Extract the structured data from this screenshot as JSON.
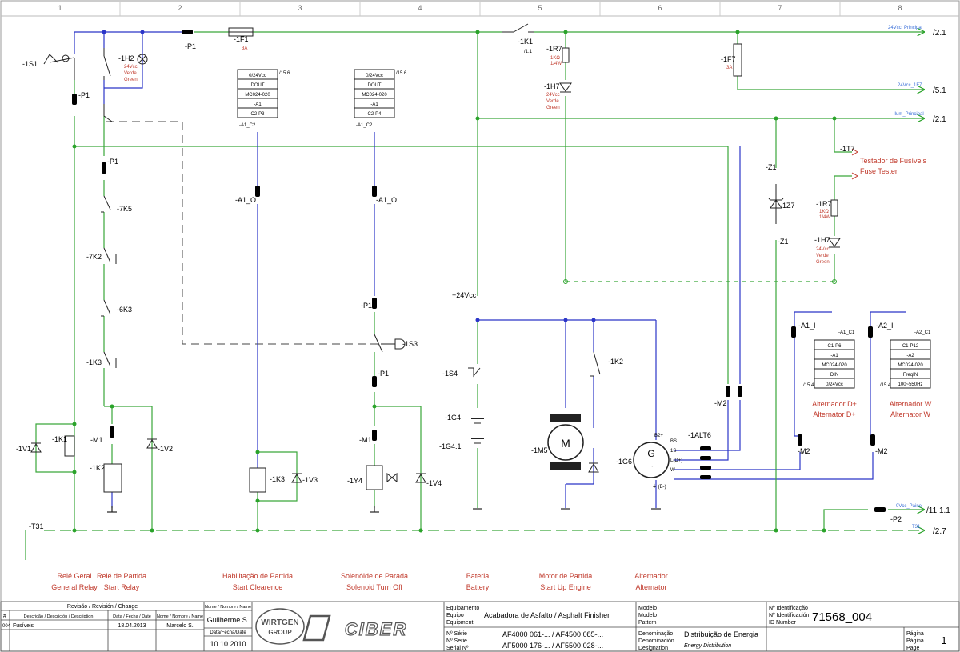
{
  "column_numbers": [
    "1",
    "2",
    "3",
    "4",
    "5",
    "6",
    "7",
    "8"
  ],
  "wire_tags": {
    "p24_principal": "24Vcc_Principal",
    "p24_principal_ref": "/2.1",
    "p24_1f7": "24Vcc_1F7",
    "p24_1f7_ref": "/5.1",
    "ilum_principal": "Ilum_Principal",
    "ilum_principal_ref": "/2.1",
    "zero_painel": "0Vcc_Painel",
    "zero_painel_ref": "/11.1.1",
    "t31": "T31",
    "t31_ref": "/2.7"
  },
  "components": {
    "s1": "-1S1",
    "h2": "-1H2",
    "h2_spec": [
      "24Vcc",
      "Verde",
      "Green"
    ],
    "p1": "-P1",
    "f1": "-1F1",
    "f1_rating": "3A",
    "k1_contact": "-1K1",
    "k1_ref": "/1.1",
    "r7": "-1R7",
    "r7_spec": [
      "1KΩ",
      "1/4W"
    ],
    "h7": "-1H7",
    "h7_spec": [
      "24Vcc",
      "Verde",
      "Green"
    ],
    "f7": "-1F7",
    "f7_rating": "3A",
    "t7": "-1T7",
    "fuse_tester": [
      "Testador de Fusíveis",
      "Fuse Tester"
    ],
    "z1": "-Z1",
    "z7": "-1Z7",
    "module_a": [
      "0/24Vcc",
      "DOUT",
      "MC024-020",
      "-A1",
      "C2-P3"
    ],
    "module_a_ref": "/15.6",
    "module_a_pin": "-A1_C2",
    "module_b": [
      "0/24Vcc",
      "DOUT",
      "MC024-020",
      "-A1",
      "C2-P4"
    ],
    "module_b_ref": "/15.6",
    "module_b_pin": "-A1_C2",
    "a1o": "-A1_O",
    "k5": "-7K5",
    "k2_7": "-7K2",
    "k3_6": "-6K3",
    "k3_1": "-1K3",
    "k1_coil": "-1K1",
    "k2_coil": "-1K2",
    "k3_coil": "-1K3",
    "v1": "-1V1",
    "v2": "-1V2",
    "v3": "-1V3",
    "v4": "-1V4",
    "m1": "-M1",
    "s3": "-1S3",
    "y4": "-1Y4",
    "s4": "-1S4",
    "plus24": "+24Vcc",
    "g4": "-1G4",
    "g41": "-1G4.1",
    "m5": "-1M5",
    "k2_contact": "-1K2",
    "g6": "-1G6",
    "alt6": "-1ALT6",
    "m2": "-M2",
    "a1i": "-A1_I",
    "a2i": "-A2_I",
    "a1c1": "-A1_C1",
    "a2c1": "-A2_C1",
    "module_c": [
      "C1-P6",
      "-A1",
      "MC024-020",
      "DIN",
      "0/24Vcc"
    ],
    "module_c_ref": "/15.4",
    "module_d": [
      "C1-P12",
      "-A2",
      "MC024-020",
      "FreqIN",
      "100~550Hz"
    ],
    "module_d_ref": "/15.4",
    "t31": "-T31",
    "p2": "-P2",
    "alt_terminals": [
      "B2+",
      "BS",
      "1S",
      "L(D+)",
      "W",
      "⏚ (B-)"
    ]
  },
  "section_labels": [
    [
      "Relé Geral",
      "General Relay"
    ],
    [
      "Relé de Partida",
      "Start Relay"
    ],
    [
      "Habilitação de Partida",
      "Start Clearence"
    ],
    [
      "Solenóide de Parada",
      "Solenoid Turn Off"
    ],
    [
      "Bateria",
      "Battery"
    ],
    [
      "Motor de Partida",
      "Start Up Engine"
    ],
    [
      "Alternador",
      "Alternator"
    ],
    [
      "Alternador D+",
      "Alternator D+"
    ],
    [
      "Alternador W",
      "Alternator W"
    ]
  ],
  "title_block": {
    "revision_header": "Revisão / Revisión / Change",
    "rev_col_num": "#",
    "rev_col_desc": "Descrição / Descrición / Description",
    "rev_col_date": "Data / Fecha / Date",
    "rev_col_name": "Nome / Nombre / Name",
    "rev_num": "004",
    "rev_desc": "Fusíveis",
    "rev_date": "18.04.2013",
    "rev_name": "Marcelo S.",
    "name_label": "Nome / Nombre / Name",
    "author": "Guilherme S.",
    "date_label": "Data/Fecha/Date",
    "date": "10.10.2010",
    "logo_wirtgen": "WIRTGEN",
    "logo_group": "GROUP",
    "logo_ciber": "CIBER",
    "equip_label": [
      "Equipamento",
      "Equipo",
      "Equipment"
    ],
    "equipment": "Acabadora de Asfalto / Asphalt Finisher",
    "serial_label": [
      "Nº Série",
      "Nº Serie",
      "Serial Nº"
    ],
    "serial_1": "AF4000 061-... / AF4500 085-...",
    "serial_2": "AF5000 176-... / AF5500 028-...",
    "model_label": [
      "Modelo",
      "Modelo",
      "Pattern"
    ],
    "denom_label": [
      "Denominação",
      "Denominación",
      "Designation"
    ],
    "denomination": "Distribuição de Energia",
    "designation": "Energy Distribution",
    "id_label": [
      "Nº Identificação",
      "Nº Identificación",
      "ID Number"
    ],
    "id_number": "71568_004",
    "page_label": [
      "Página",
      "Página",
      "Page"
    ],
    "page": "1"
  },
  "colors": {
    "green_wire": "#3aa63a",
    "blue_wire": "#2b35c8",
    "red_text": "#c0392b",
    "tag_blue": "#4a90d9"
  }
}
